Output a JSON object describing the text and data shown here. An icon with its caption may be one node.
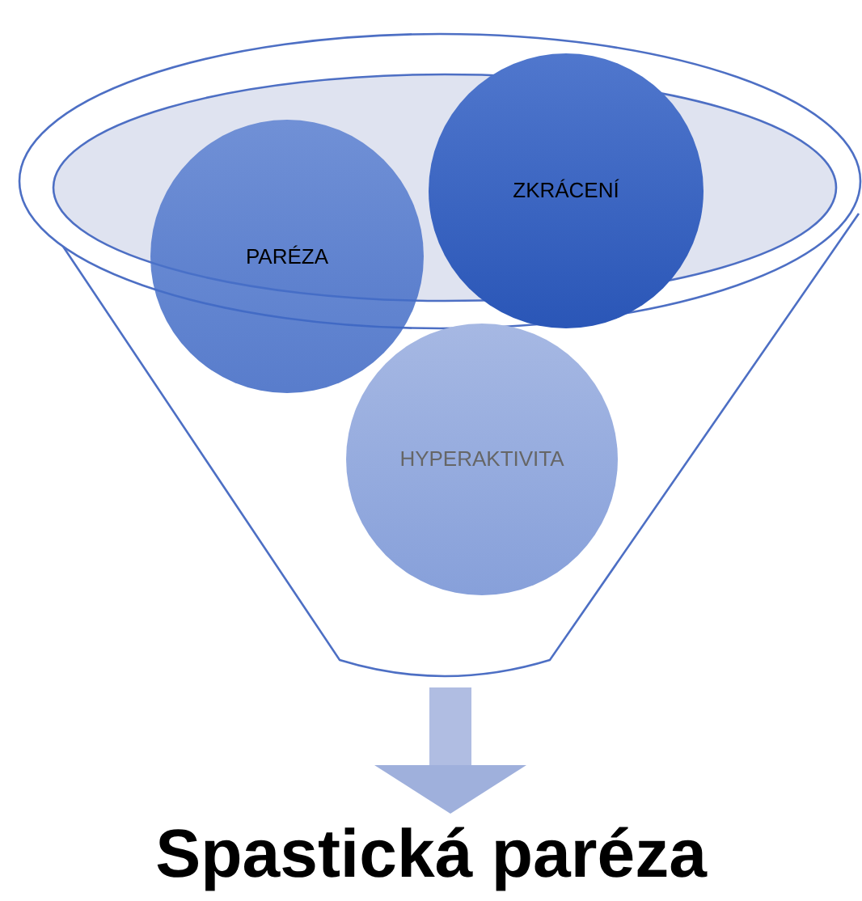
{
  "diagram": {
    "nodes": [
      {
        "text": [],
        "shape": "funnel"
      },
      {
        "text": [
          "PARÉZA"
        ],
        "in": 0
      },
      {
        "text": [
          "ZKRÁCENÍ"
        ],
        "in": 0
      },
      {
        "text": [
          "HYPERAKTIVITA"
        ],
        "in": 0
      },
      {
        "text": [
          "Spastická paréza"
        ]
      }
    ],
    "edges": [
      {
        "from": 0,
        "to": 4,
        "arrow": "to"
      }
    ]
  }
}
